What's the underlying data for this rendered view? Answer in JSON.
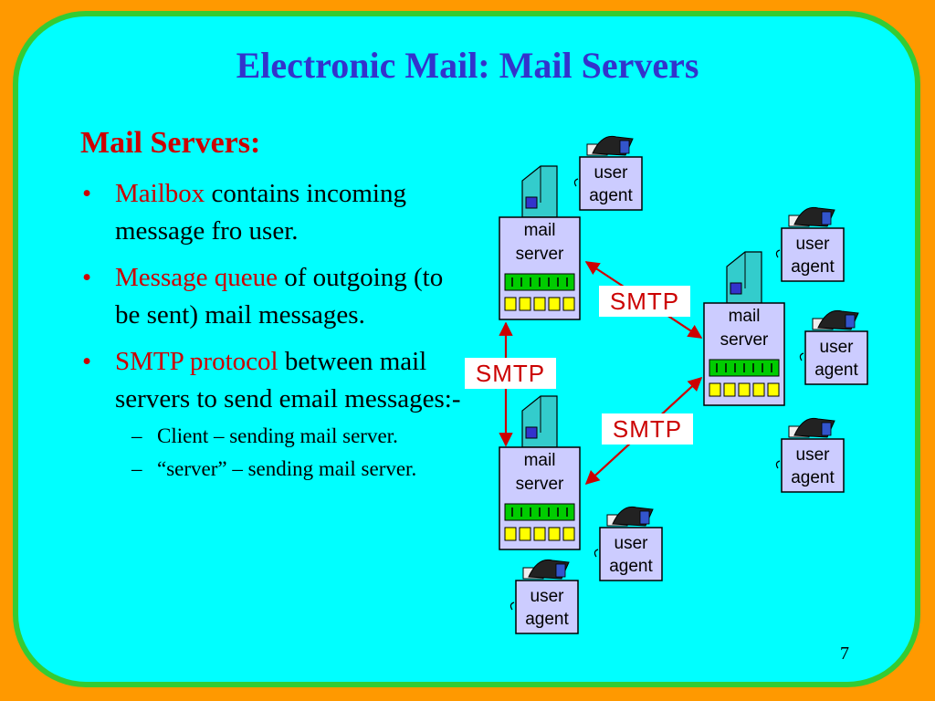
{
  "slide": {
    "title": "Electronic Mail: Mail Servers",
    "heading": "Mail Servers:",
    "bullets": [
      {
        "highlight": "Mailbox",
        "text": " contains incoming message fro user."
      },
      {
        "highlight": "Message queue",
        "text": " of outgoing (to be sent) mail messages."
      },
      {
        "highlight": "SMTP protocol",
        "text": " between mail servers to send email messages:-"
      }
    ],
    "sub_bullets": [
      "Client – sending mail server.",
      "“server” – sending mail server."
    ],
    "page_number": "7"
  },
  "diagram": {
    "mail_server_label": [
      "mail",
      "server"
    ],
    "user_agent_label": [
      "user",
      "agent"
    ],
    "protocol_label": "SMTP"
  },
  "colors": {
    "background": "#FF9900",
    "slide": "#00FFFF",
    "border": "#33CC33",
    "title": "#3333CC",
    "accent": "#CC0000",
    "box": "#CCCCFF",
    "tower": "#33CCCC",
    "queue_green": "#00CC00",
    "queue_yellow": "#FFFF00"
  }
}
